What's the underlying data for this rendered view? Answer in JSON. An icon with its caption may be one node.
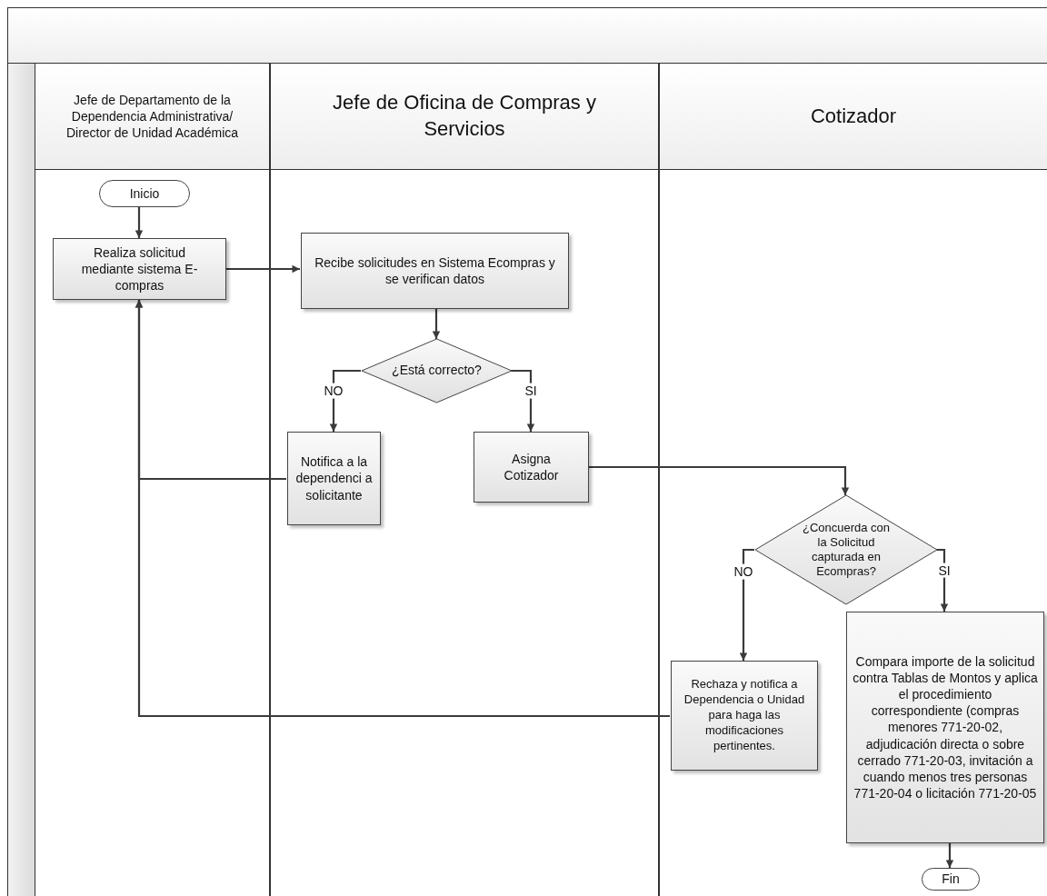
{
  "diagram": {
    "nodes": [
      {
        "text": [
          "Jefe de Departamento de la Dependencia Administrativa/ Director de Unidad Académica"
        ]
      },
      {
        "text": [
          "Jefe de Oficina de Compras y Servicios"
        ]
      },
      {
        "text": [
          "Cotizador"
        ]
      },
      {
        "text": [
          "Inicio"
        ],
        "in": 0
      },
      {
        "text": [
          "Realiza solicitud mediante sistema E-compras"
        ],
        "in": 0
      },
      {
        "text": [
          "Recibe solicitudes en Sistema Ecompras y se verifican datos"
        ],
        "in": 1
      },
      {
        "text": [
          "¿Está correcto?"
        ],
        "in": 1
      },
      {
        "text": [
          "Notifica a la dependenci a solicitante"
        ],
        "in": 1
      },
      {
        "text": [
          "Asigna Cotizador"
        ],
        "in": 1
      },
      {
        "text": [
          "¿Concuerda con la Solicitud capturada en Ecompras?"
        ],
        "in": 2
      },
      {
        "text": [
          "Rechaza y notifica a Dependencia o Unidad para haga las modificaciones pertinentes."
        ],
        "in": 2
      },
      {
        "text": [
          "Compara importe de la solicitud contra Tablas de Montos y aplica el procedimiento correspondiente (compras menores 771-20-02, adjudicación directa o sobre cerrado 771-20-03, invitación a cuando menos tres personas 771-20-04 o licitación 771-20-05"
        ],
        "in": 2
      },
      {
        "text": [
          "Fin"
        ],
        "in": 2
      },
      {
        "text": [],
        "shape": "box"
      }
    ],
    "edges": [
      {
        "from": 3,
        "to": 4,
        "arrow": "to"
      },
      {
        "from": 4,
        "to": 5,
        "arrow": "to"
      },
      {
        "from": 5,
        "to": 6,
        "arrow": "to"
      },
      {
        "from": 6,
        "to": 7,
        "arrow": "to",
        "label": "NO"
      },
      {
        "from": 6,
        "to": 8,
        "arrow": "to",
        "label": "SI"
      },
      {
        "from": 8,
        "to": 9,
        "arrow": "to"
      },
      {
        "from": 7,
        "to": 4,
        "arrow": "to"
      },
      {
        "from": 9,
        "to": 10,
        "arrow": "to",
        "label": "NO"
      },
      {
        "from": 9,
        "to": 11,
        "arrow": "to",
        "label": "SI"
      },
      {
        "from": 10,
        "to": 4,
        "arrow": "to"
      },
      {
        "from": 11,
        "to": 12,
        "arrow": "to"
      }
    ]
  }
}
